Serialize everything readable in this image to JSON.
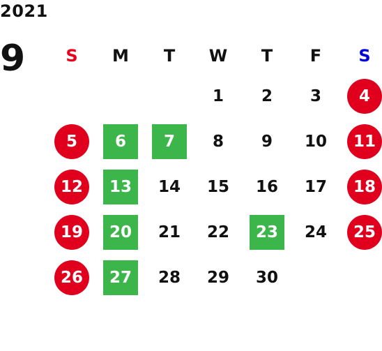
{
  "header": {
    "year": "2021",
    "month": "9"
  },
  "colors": {
    "sunday_header": "#e8001c",
    "saturday_header": "#0000d8",
    "weekend_circle": "#e0001e",
    "green_box": "#3cb54a",
    "text": "#111111"
  },
  "calendar": {
    "weekdays": [
      "S",
      "M",
      "T",
      "W",
      "T",
      "F",
      "S"
    ],
    "first_weekday_index": 3,
    "days": [
      {
        "day": "1",
        "mark": "none"
      },
      {
        "day": "2",
        "mark": "none"
      },
      {
        "day": "3",
        "mark": "none"
      },
      {
        "day": "4",
        "mark": "red-circle"
      },
      {
        "day": "5",
        "mark": "red-circle"
      },
      {
        "day": "6",
        "mark": "green-box"
      },
      {
        "day": "7",
        "mark": "green-box"
      },
      {
        "day": "8",
        "mark": "none"
      },
      {
        "day": "9",
        "mark": "none"
      },
      {
        "day": "10",
        "mark": "none"
      },
      {
        "day": "11",
        "mark": "red-circle"
      },
      {
        "day": "12",
        "mark": "red-circle"
      },
      {
        "day": "13",
        "mark": "green-box"
      },
      {
        "day": "14",
        "mark": "none"
      },
      {
        "day": "15",
        "mark": "none"
      },
      {
        "day": "16",
        "mark": "none"
      },
      {
        "day": "17",
        "mark": "none"
      },
      {
        "day": "18",
        "mark": "red-circle"
      },
      {
        "day": "19",
        "mark": "red-circle"
      },
      {
        "day": "20",
        "mark": "green-box"
      },
      {
        "day": "21",
        "mark": "none"
      },
      {
        "day": "22",
        "mark": "none"
      },
      {
        "day": "23",
        "mark": "green-box"
      },
      {
        "day": "24",
        "mark": "none"
      },
      {
        "day": "25",
        "mark": "red-circle"
      },
      {
        "day": "26",
        "mark": "red-circle"
      },
      {
        "day": "27",
        "mark": "green-box"
      },
      {
        "day": "28",
        "mark": "none"
      },
      {
        "day": "29",
        "mark": "none"
      },
      {
        "day": "30",
        "mark": "none"
      }
    ]
  }
}
